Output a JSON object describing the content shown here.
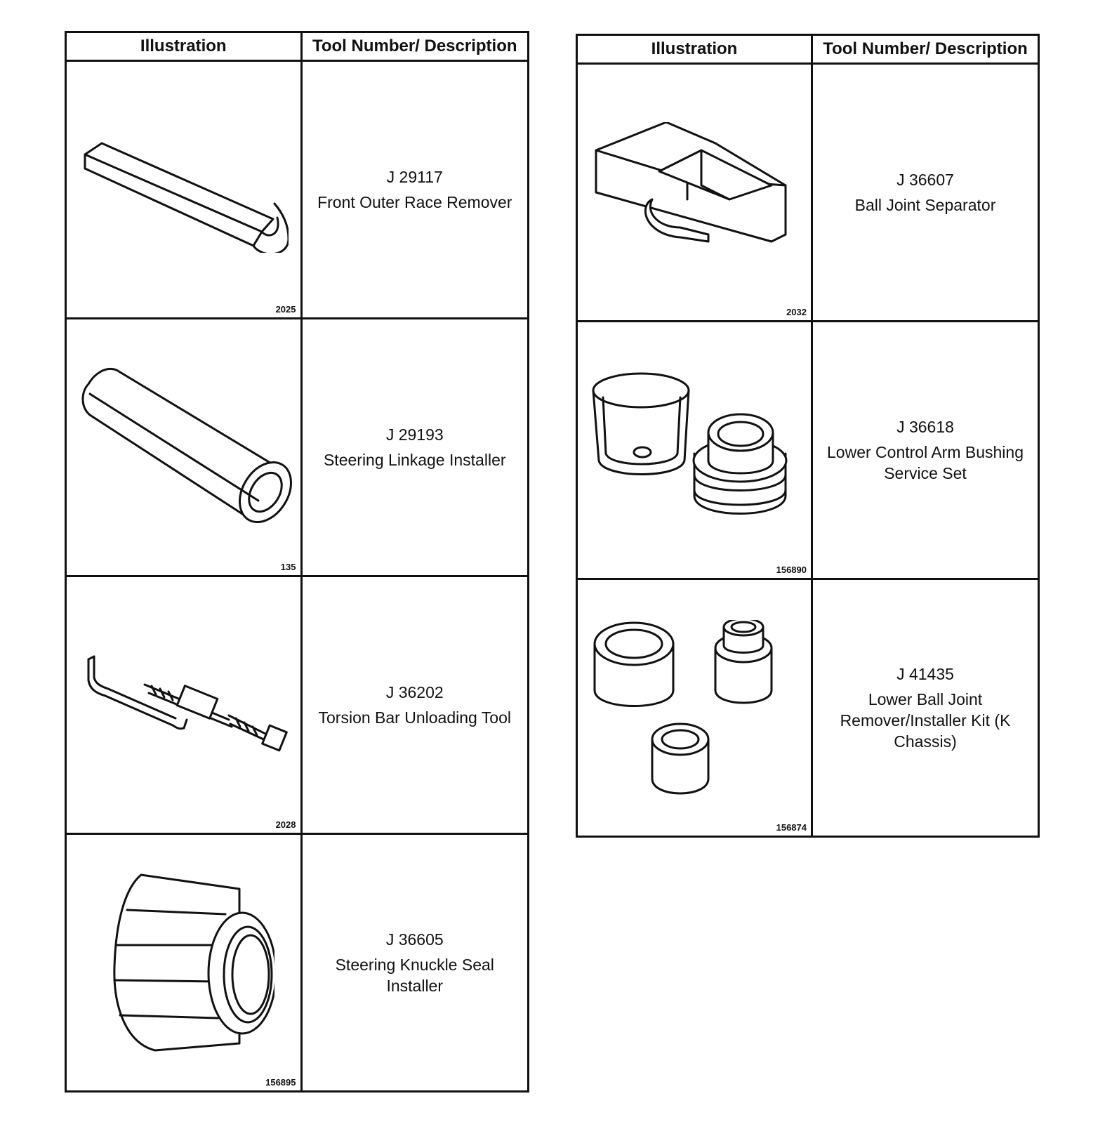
{
  "left_table": {
    "header": {
      "illustration": "Illustration",
      "tool": "Tool Number/ Description"
    },
    "rows": [
      {
        "figure_number": "2025",
        "tool_number": "J 29117",
        "description": "Front Outer Race Remover",
        "icon": "race-remover-icon"
      },
      {
        "figure_number": "135",
        "tool_number": "J 29193",
        "description": "Steering Linkage Installer",
        "icon": "linkage-installer-icon"
      },
      {
        "figure_number": "2028",
        "tool_number": "J 36202",
        "description": "Torsion Bar Unloading Tool",
        "icon": "torsion-tool-icon"
      },
      {
        "figure_number": "156895",
        "tool_number": "J 36605",
        "description": "Steering Knuckle Seal Installer",
        "icon": "seal-installer-icon"
      }
    ]
  },
  "right_table": {
    "header": {
      "illustration": "Illustration",
      "tool": "Tool Number/ Description"
    },
    "rows": [
      {
        "figure_number": "2032",
        "tool_number": "J 36607",
        "description": "Ball Joint Separator",
        "icon": "ball-joint-separator-icon"
      },
      {
        "figure_number": "156890",
        "tool_number": "J 36618",
        "description": "Lower Control Arm Bushing Service Set",
        "icon": "bushing-set-icon"
      },
      {
        "figure_number": "156874",
        "tool_number": "J 41435",
        "description": "Lower Ball Joint Remover/Installer Kit (K Chassis)",
        "icon": "ball-joint-kit-icon"
      }
    ]
  }
}
